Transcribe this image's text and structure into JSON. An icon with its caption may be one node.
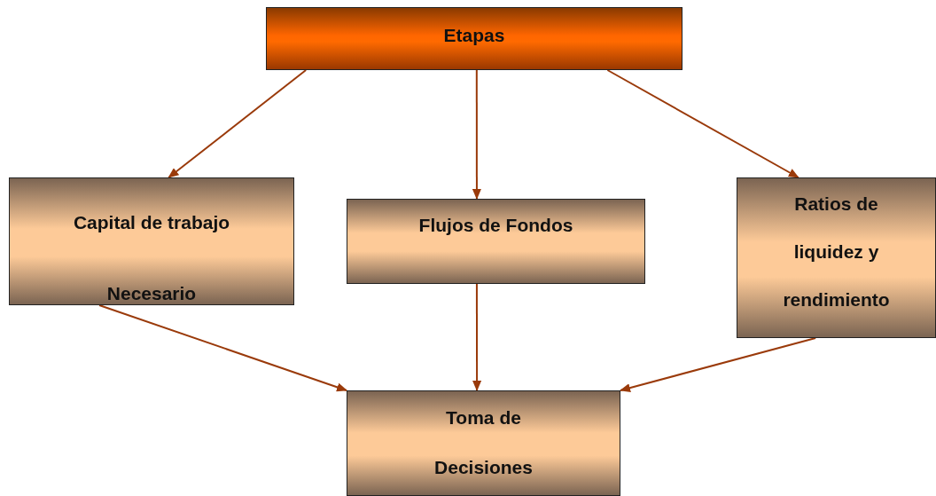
{
  "diagram": {
    "nodes": [
      {
        "text": [
          "Etapas"
        ]
      },
      {
        "text": [
          "Capital de trabajo Necesario"
        ]
      },
      {
        "text": [
          "Flujos de Fondos"
        ]
      },
      {
        "text": [
          "Ratios de liquidez y rendimiento"
        ]
      },
      {
        "text": [
          "Toma de Decisiones"
        ]
      }
    ],
    "edges": [
      {
        "from": 0,
        "to": 1,
        "arrow": "to"
      },
      {
        "from": 0,
        "to": 2,
        "arrow": "to"
      },
      {
        "from": 0,
        "to": 3,
        "arrow": "to"
      },
      {
        "from": 1,
        "to": 4,
        "arrow": "to"
      },
      {
        "from": 2,
        "to": 4,
        "arrow": "to"
      },
      {
        "from": 3,
        "to": 4,
        "arrow": "to"
      }
    ]
  }
}
